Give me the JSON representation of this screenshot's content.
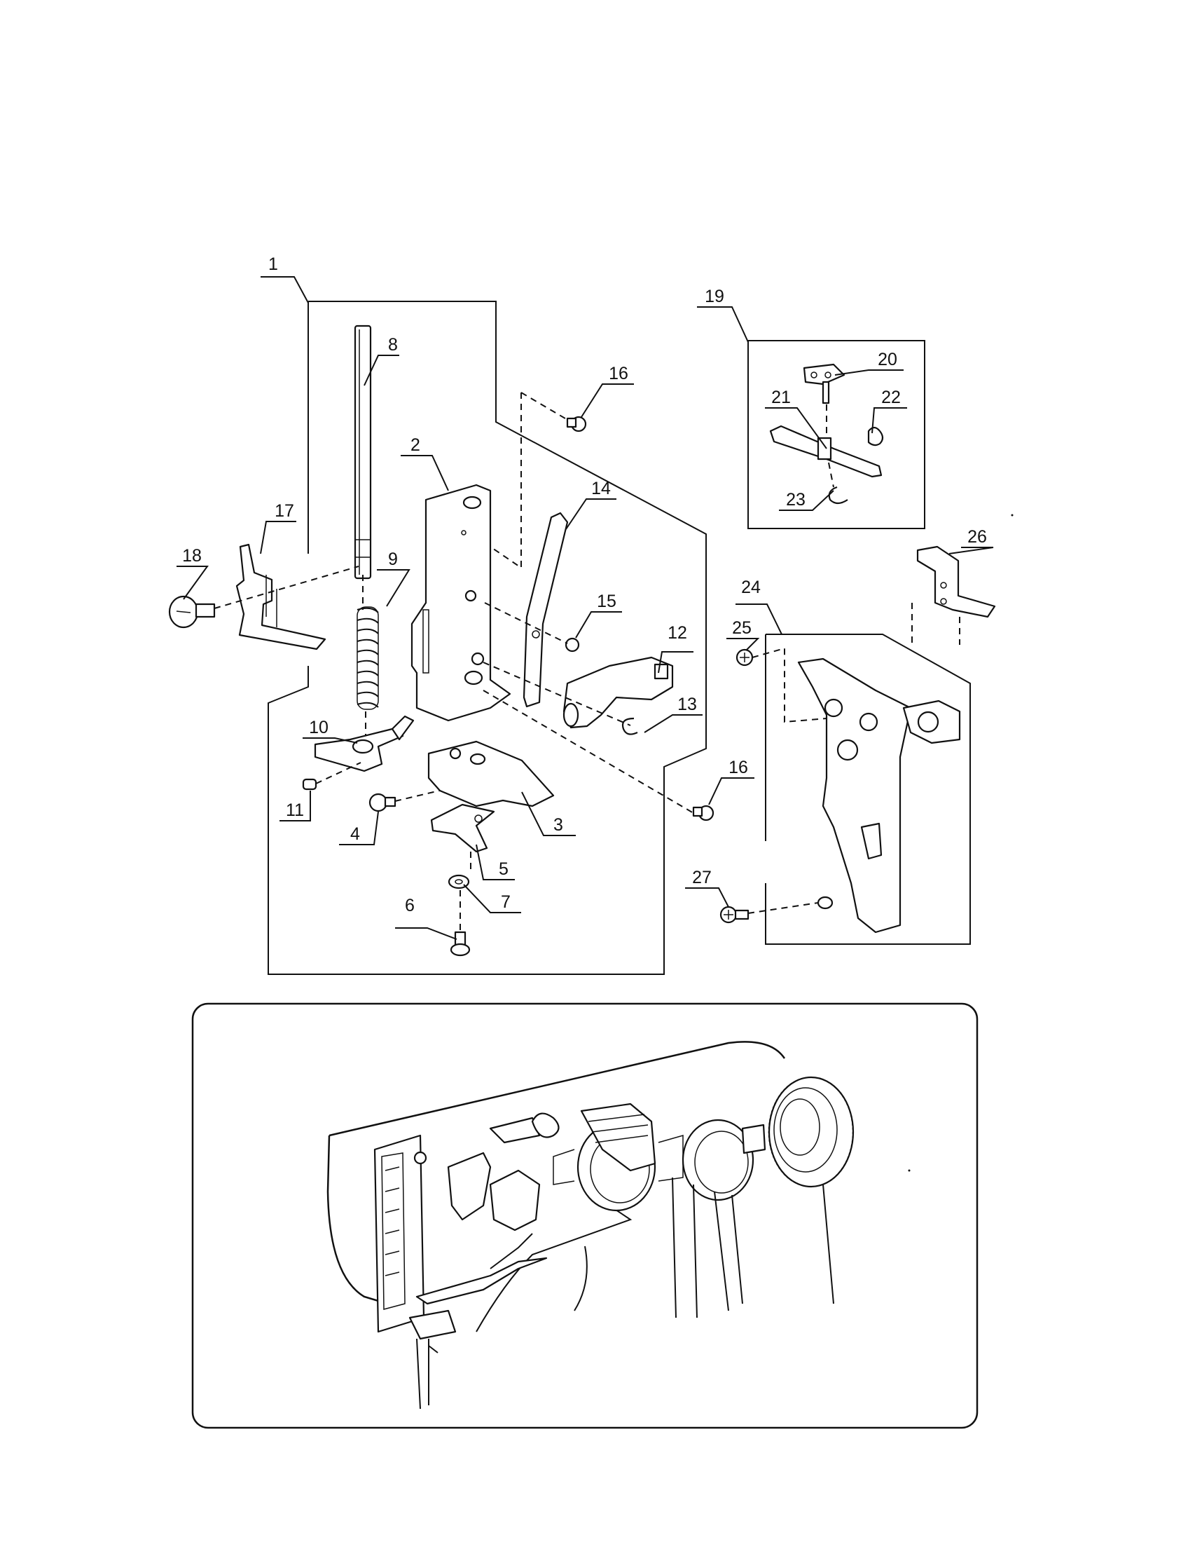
{
  "diagram": {
    "callouts": [
      {
        "id": "c1",
        "text": "1"
      },
      {
        "id": "c2",
        "text": "2"
      },
      {
        "id": "c3",
        "text": "3"
      },
      {
        "id": "c4",
        "text": "4"
      },
      {
        "id": "c5",
        "text": "5"
      },
      {
        "id": "c6",
        "text": "6"
      },
      {
        "id": "c7",
        "text": "7"
      },
      {
        "id": "c8",
        "text": "8"
      },
      {
        "id": "c9",
        "text": "9"
      },
      {
        "id": "c10",
        "text": "10"
      },
      {
        "id": "c11",
        "text": "11"
      },
      {
        "id": "c12",
        "text": "12"
      },
      {
        "id": "c13",
        "text": "13"
      },
      {
        "id": "c14",
        "text": "14"
      },
      {
        "id": "c15",
        "text": "15"
      },
      {
        "id": "c16a",
        "text": "16"
      },
      {
        "id": "c16b",
        "text": "16"
      },
      {
        "id": "c17",
        "text": "17"
      },
      {
        "id": "c18",
        "text": "18"
      },
      {
        "id": "c19",
        "text": "19"
      },
      {
        "id": "c20",
        "text": "20"
      },
      {
        "id": "c21",
        "text": "21"
      },
      {
        "id": "c22",
        "text": "22"
      },
      {
        "id": "c23",
        "text": "23"
      },
      {
        "id": "c24",
        "text": "24"
      },
      {
        "id": "c25",
        "text": "25"
      },
      {
        "id": "c26",
        "text": "26"
      },
      {
        "id": "c27",
        "text": "27"
      }
    ]
  }
}
